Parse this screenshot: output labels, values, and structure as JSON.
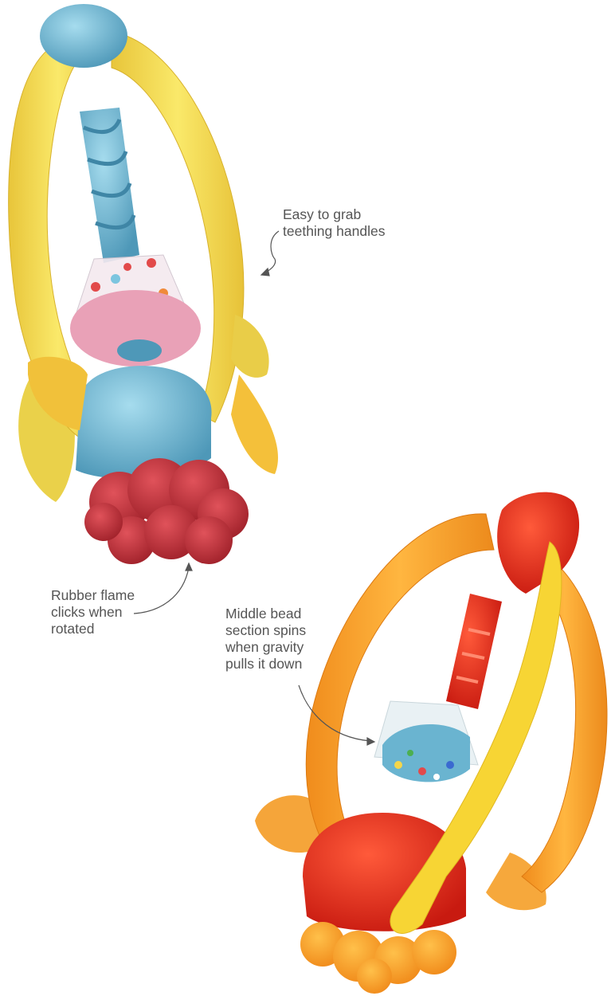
{
  "callouts": {
    "handles": "Easy to grab\nteething handles",
    "flame": "Rubber flame\nclicks when\nrotated",
    "bead": "Middle bead\nsection spins\nwhen gravity\npulls it down"
  },
  "colors": {
    "blue_toy_yellow": "#f2d94a",
    "blue_toy_blue": "#6ab4d0",
    "blue_toy_red": "#c8353c",
    "blue_toy_pink": "#e9a1b7",
    "orange_toy_orange": "#f5a02a",
    "orange_toy_red": "#e4281c",
    "orange_toy_yellow": "#f7d534",
    "callout_text": "#555555"
  }
}
